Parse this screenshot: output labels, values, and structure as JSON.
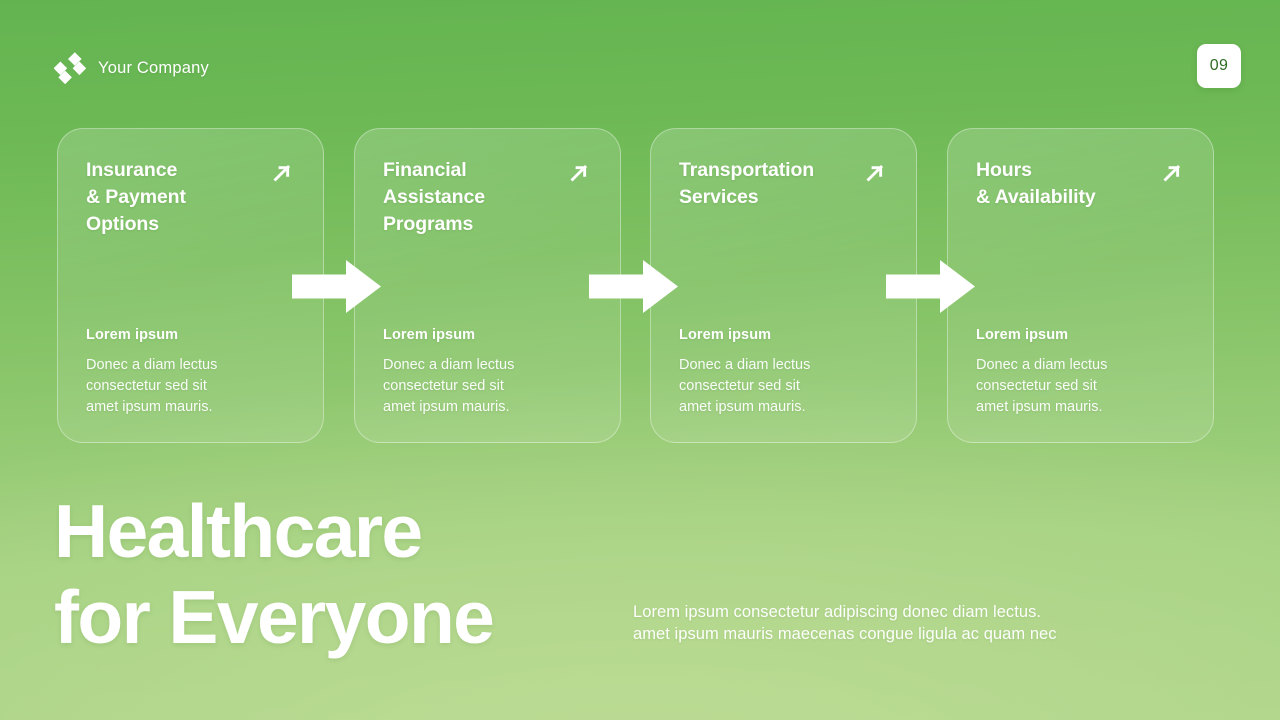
{
  "header": {
    "brand_name": "Your Company",
    "logo_icon": "diamond-cluster-logo",
    "page_number": "09"
  },
  "cards": [
    {
      "title": "Insurance\n& Payment\nOptions",
      "arrow_icon": "arrow-up-right-icon",
      "subtitle": "Lorem ipsum",
      "description": "Donec a diam lectus\nconsectetur sed sit\namet ipsum mauris."
    },
    {
      "title": "Financial\nAssistance\nPrograms",
      "arrow_icon": "arrow-up-right-icon",
      "subtitle": "Lorem ipsum",
      "description": "Donec a diam lectus\nconsectetur sed sit\namet ipsum mauris."
    },
    {
      "title": "Transportation\nServices",
      "arrow_icon": "arrow-up-right-icon",
      "subtitle": "Lorem ipsum",
      "description": "Donec a diam lectus\nconsectetur sed sit\namet ipsum mauris."
    },
    {
      "title": "Hours\n& Availability",
      "arrow_icon": "arrow-up-right-icon",
      "subtitle": "Lorem ipsum",
      "description": "Donec a diam lectus\nconsectetur sed sit\namet ipsum mauris."
    }
  ],
  "connectors": [
    {
      "icon": "arrow-right-icon"
    },
    {
      "icon": "arrow-right-icon"
    },
    {
      "icon": "arrow-right-icon"
    }
  ],
  "headline": "Healthcare\nfor Everyone",
  "lead": "Lorem ipsum consectetur adipiscing donec diam lectus.\namet ipsum mauris maecenas congue ligula ac quam nec",
  "colors": {
    "background_top": "#63b451",
    "background_bottom": "#aad487",
    "card_text": "#ffffff",
    "badge_background": "#ffffff",
    "badge_text": "#2f6b23",
    "connector_arrow": "#ffffff"
  }
}
